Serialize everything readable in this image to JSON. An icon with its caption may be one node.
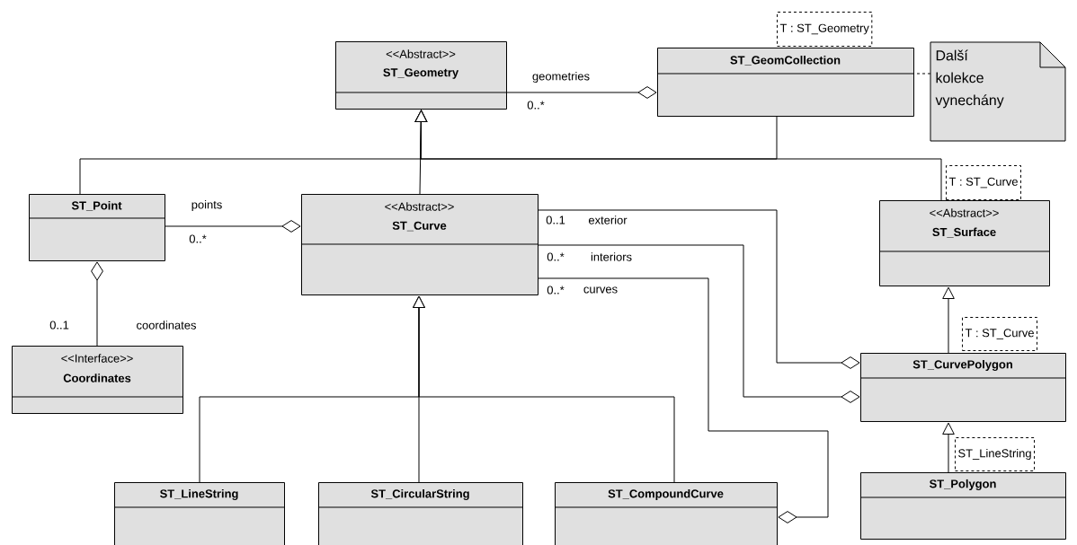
{
  "diagram": {
    "nodes": [
      {
        "text": [
          "<<Abstract>>",
          "ST_Geometry"
        ]
      },
      {
        "text": [
          "T : ST_Geometry"
        ]
      },
      {
        "text": [
          "ST_GeomCollection"
        ]
      },
      {
        "text": [
          "Další kolekce vynechány"
        ]
      },
      {
        "text": [
          "ST_Point"
        ]
      },
      {
        "text": [
          "<<Abstract>>",
          "ST_Curve"
        ]
      },
      {
        "text": [
          "T : ST_Curve"
        ]
      },
      {
        "text": [
          "<<Abstract>>",
          "ST_Surface"
        ]
      },
      {
        "text": [
          "<<Interface>>",
          "Coordinates"
        ]
      },
      {
        "text": [
          "T : ST_Curve"
        ]
      },
      {
        "text": [
          "ST_CurvePolygon"
        ]
      },
      {
        "text": [
          "ST_LineString"
        ]
      },
      {
        "text": [
          "ST_LineString"
        ]
      },
      {
        "text": [
          "ST_CircularString"
        ]
      },
      {
        "text": [
          "ST_CompoundCurve"
        ]
      },
      {
        "text": [
          "ST_Polygon"
        ]
      }
    ],
    "edges": [
      {
        "from": 0,
        "to": 2,
        "arrow": "other",
        "label": "geometries"
      },
      {
        "from": 2,
        "to": 0,
        "arrow": "to"
      },
      {
        "from": 4,
        "to": 0,
        "arrow": "to"
      },
      {
        "from": 5,
        "to": 0,
        "arrow": "to"
      },
      {
        "from": 7,
        "to": 0,
        "arrow": "to"
      },
      {
        "from": 3,
        "to": 2,
        "arrow": "none",
        "style": "dashed"
      },
      {
        "from": 4,
        "to": 5,
        "arrow": "other",
        "label": "points"
      },
      {
        "from": 8,
        "to": 4,
        "arrow": "other",
        "label": "coordinates"
      },
      {
        "from": 5,
        "to": 10,
        "arrow": "other",
        "label": "exterior"
      },
      {
        "from": 5,
        "to": 10,
        "arrow": "other",
        "label": "interiors"
      },
      {
        "from": 5,
        "to": 14,
        "arrow": "other",
        "label": "curves"
      },
      {
        "from": 12,
        "to": 5,
        "arrow": "to"
      },
      {
        "from": 13,
        "to": 5,
        "arrow": "to"
      },
      {
        "from": 14,
        "to": 5,
        "arrow": "to"
      },
      {
        "from": 10,
        "to": 7,
        "arrow": "to"
      },
      {
        "from": 15,
        "to": 10,
        "arrow": "to"
      }
    ],
    "labels": [
      "0..*",
      "0..*",
      "0..1",
      "0..1",
      "0..*",
      "0..*"
    ]
  }
}
